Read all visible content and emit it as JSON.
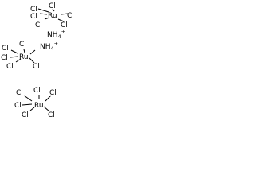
{
  "atoms": {
    "chlorine": "Cl",
    "ruthenium": "Ru",
    "nitrogen": "N",
    "hydrogen": "H"
  },
  "ions": {
    "ammonium_1": {
      "base": "NH",
      "subscript": "4",
      "charge": "+"
    },
    "ammonium_2": {
      "base": "NH",
      "subscript": "4",
      "charge": "+"
    }
  }
}
